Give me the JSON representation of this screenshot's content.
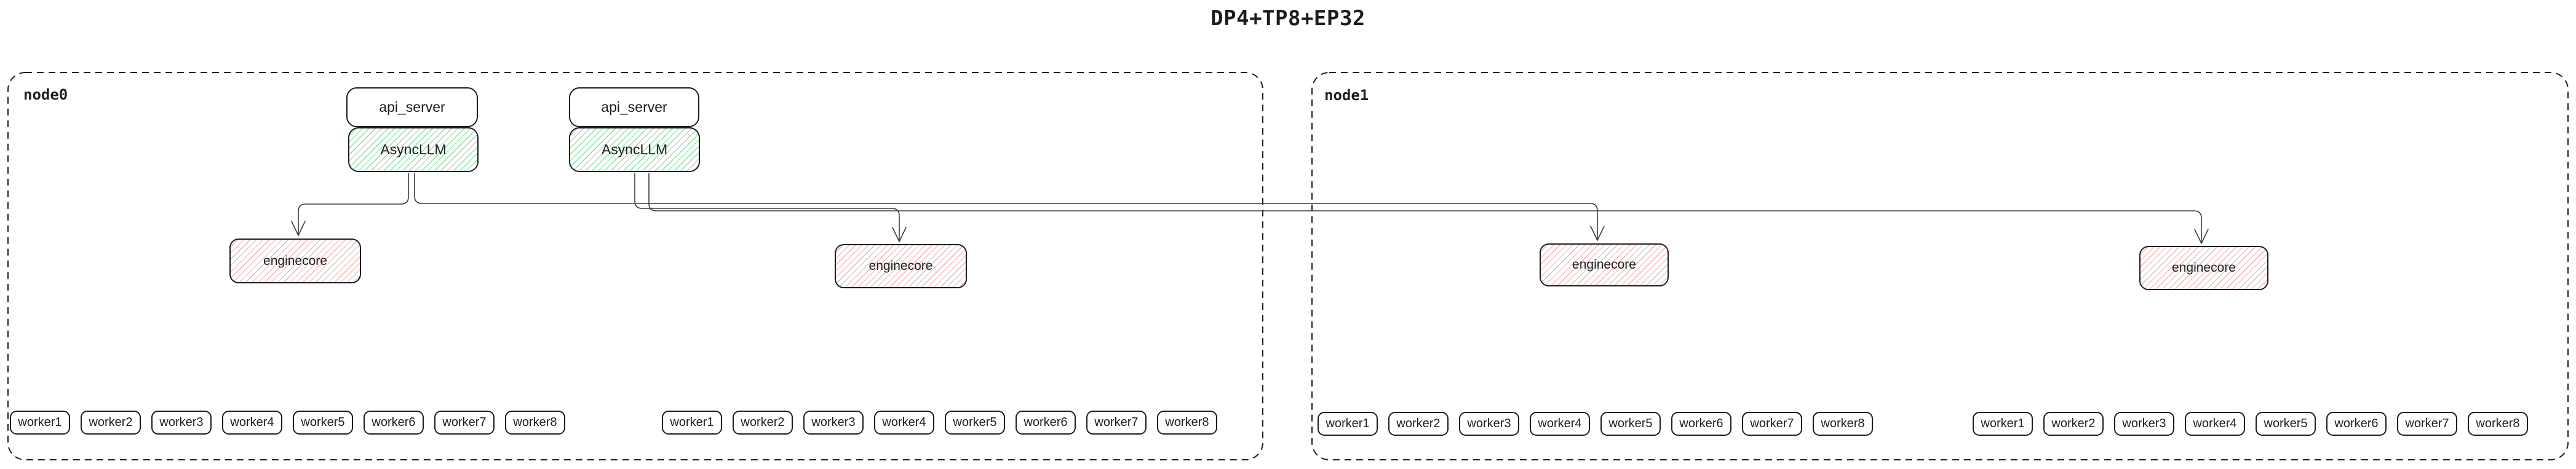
{
  "title": "DP4+TP8+EP32",
  "node0": {
    "label": "node0",
    "api_server_1": "api_server",
    "async_llm_1": "AsyncLLM",
    "api_server_2": "api_server",
    "async_llm_2": "AsyncLLM",
    "enginecore_1": "enginecore",
    "enginecore_2": "enginecore"
  },
  "node1": {
    "label": "node1",
    "enginecore_1": "enginecore",
    "enginecore_2": "enginecore"
  },
  "workers": [
    "worker1",
    "worker2",
    "worker3",
    "worker4",
    "worker5",
    "worker6",
    "worker7",
    "worker8"
  ],
  "colors": {
    "ink": "#1e1e1e",
    "connector": "#3a3a3a",
    "async_llm_hatch": "#8ce0a0",
    "enginecore_hatch": "#f0b0b0"
  }
}
